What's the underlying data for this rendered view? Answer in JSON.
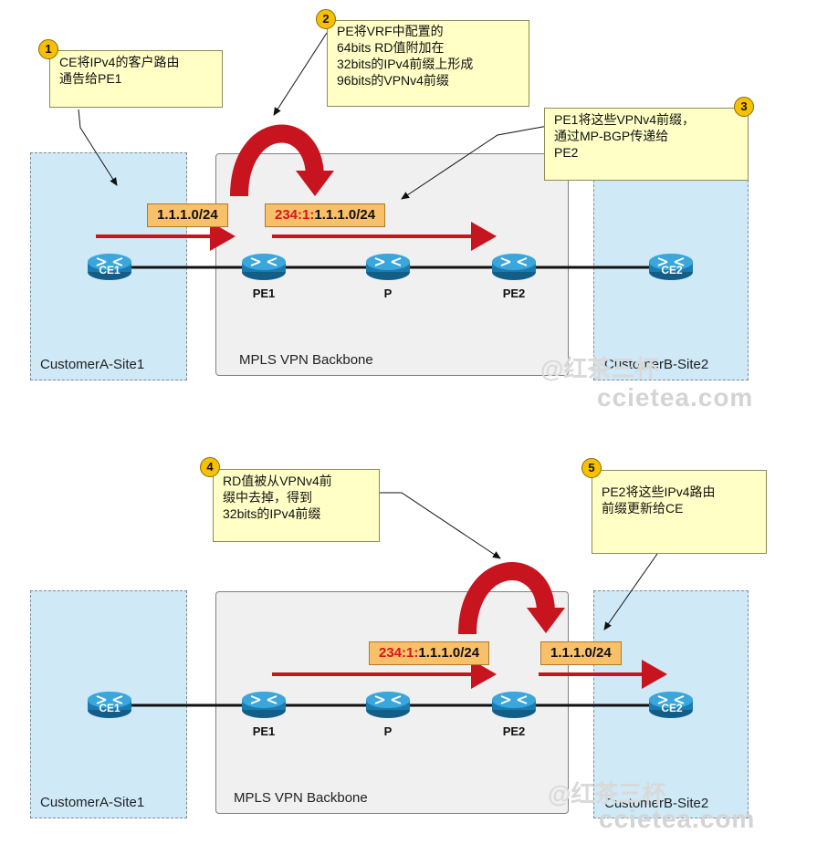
{
  "colors": {
    "site_fill": "#cfe9f7",
    "backbone_fill": "#f0f0f0",
    "callout_fill": "#ffffc6",
    "badge_fill": "#f7c000",
    "prefix_fill": "#f9c06a",
    "rd_text": "#d8141e",
    "arrow_red": "#c8141e",
    "router_blue": "#1f8fc8"
  },
  "top": {
    "site_left_label": "CustomerA-Site1",
    "backbone_label": "MPLS VPN Backbone",
    "site_right_label": "CustomerB-Site2",
    "routers": {
      "ce1": "CE1",
      "pe1": "PE1",
      "p": "P",
      "pe2": "PE2",
      "ce2": "CE2"
    },
    "prefix_ipv4": "1.1.1.0/24",
    "prefix_vpnv4_rd": "234:1:",
    "prefix_vpnv4_ip": "1.1.1.0/24",
    "callouts": [
      {
        "num": "1",
        "lines": [
          "CE将IPv4的客户路由",
          "通告给PE1"
        ]
      },
      {
        "num": "2",
        "lines": [
          "PE将VRF中配置的",
          "64bits RD值附加在",
          "32bits的IPv4前缀上形成",
          "96bits的VPNv4前缀"
        ]
      },
      {
        "num": "3",
        "lines": [
          "PE1将这些VPNv4前缀，",
          "通过MP-BGP传递给",
          "PE2"
        ]
      }
    ],
    "watermark_cn": "@红茶三杯",
    "watermark_en": "ccietea.com"
  },
  "bottom": {
    "site_left_label": "CustomerA-Site1",
    "backbone_label": "MPLS VPN Backbone",
    "site_right_label": "CustomerB-Site2",
    "routers": {
      "ce1": "CE1",
      "pe1": "PE1",
      "p": "P",
      "pe2": "PE2",
      "ce2": "CE2"
    },
    "prefix_vpnv4_rd": "234:1:",
    "prefix_vpnv4_ip": "1.1.1.0/24",
    "prefix_ipv4": "1.1.1.0/24",
    "callouts": [
      {
        "num": "4",
        "lines": [
          "RD值被从VPNv4前",
          "缀中去掉，得到",
          "32bits的IPv4前缀"
        ]
      },
      {
        "num": "5",
        "lines": [
          "PE2将这些IPv4路由",
          "前缀更新给CE"
        ]
      }
    ],
    "watermark_cn": "@红茶三杯",
    "watermark_en": "ccietea.com"
  }
}
